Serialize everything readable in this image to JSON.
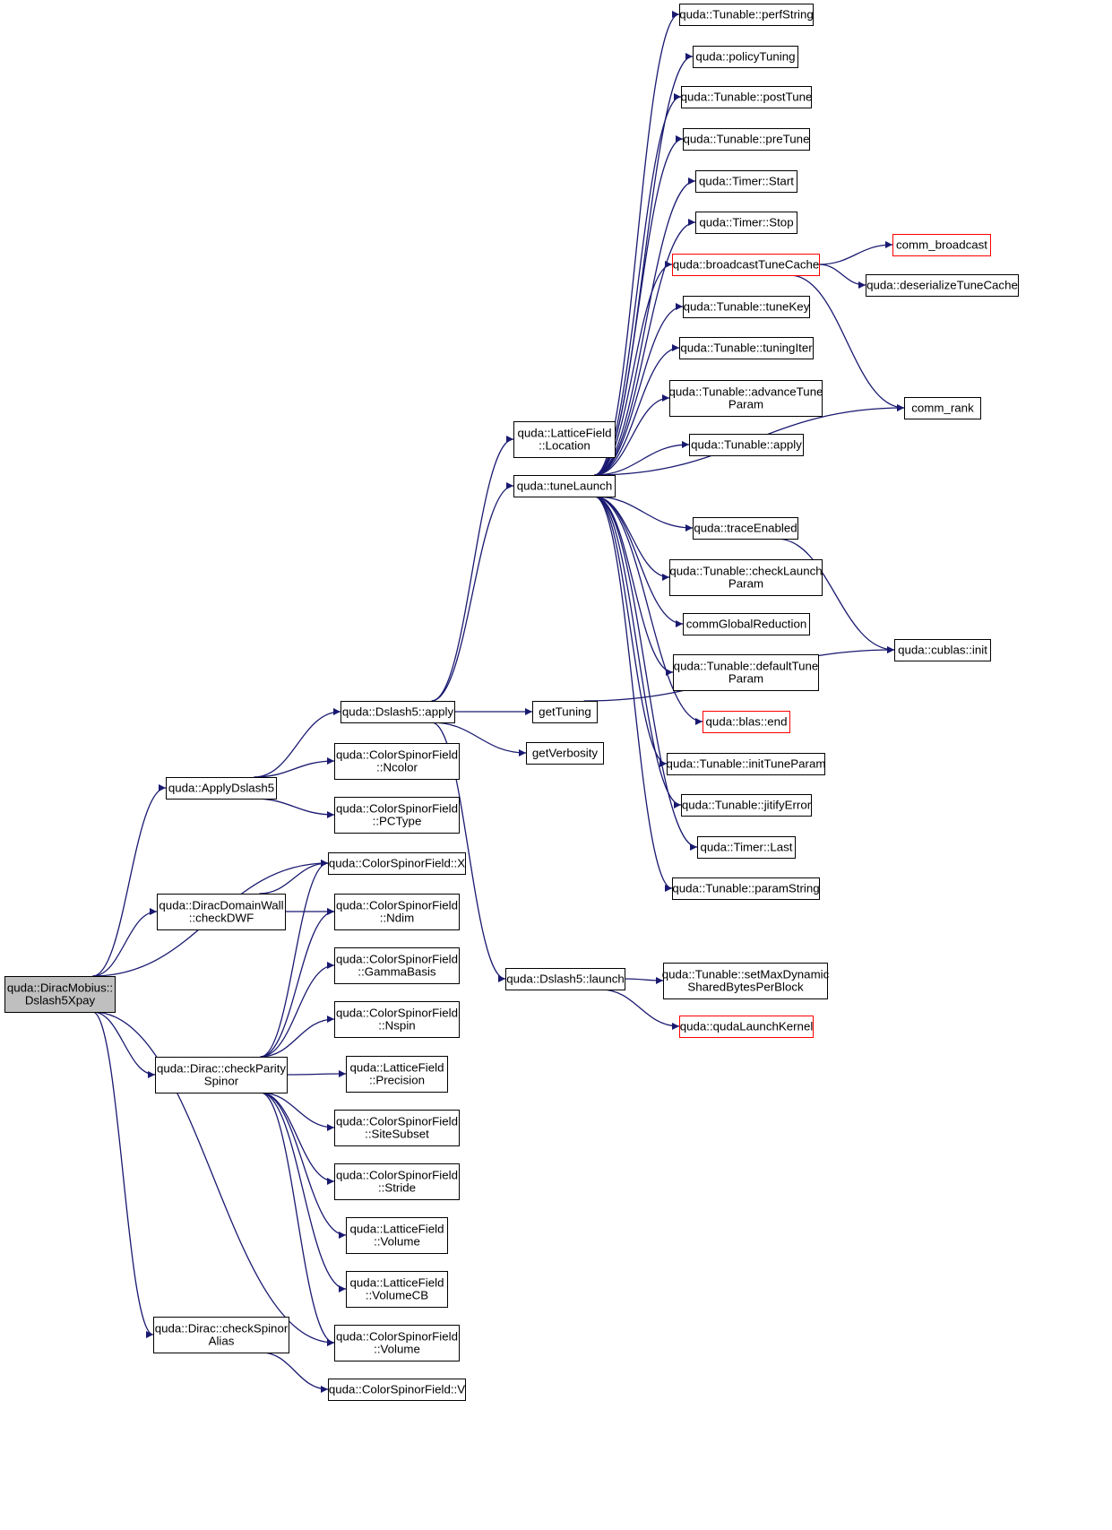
{
  "colors": {
    "edge": "#191970",
    "box_border": "#000000",
    "truncated_border": "#ff0000",
    "root_fill": "#bfbfbf",
    "node_fill": "#ffffff"
  },
  "nodes": {
    "root": {
      "lines": [
        "quda::DiracMobius::",
        "Dslash5Xpay"
      ],
      "style": "root"
    },
    "applyDslash5": {
      "lines": [
        "quda::ApplyDslash5"
      ]
    },
    "dslash5apply": {
      "lines": [
        "quda::Dslash5::apply"
      ]
    },
    "ncolor": {
      "lines": [
        "quda::ColorSpinorField",
        "::Ncolor"
      ]
    },
    "pctype": {
      "lines": [
        "quda::ColorSpinorField",
        "::PCType"
      ]
    },
    "csfX": {
      "lines": [
        "quda::ColorSpinorField::X"
      ]
    },
    "checkDWF": {
      "lines": [
        "quda::DiracDomainWall",
        "::checkDWF"
      ]
    },
    "ndim": {
      "lines": [
        "quda::ColorSpinorField",
        "::Ndim"
      ]
    },
    "gammaBasis": {
      "lines": [
        "quda::ColorSpinorField",
        "::GammaBasis"
      ]
    },
    "nspin": {
      "lines": [
        "quda::ColorSpinorField",
        "::Nspin"
      ]
    },
    "checkParity": {
      "lines": [
        "quda::Dirac::checkParity",
        "Spinor"
      ]
    },
    "precision": {
      "lines": [
        "quda::LatticeField",
        "::Precision"
      ]
    },
    "siteSubset": {
      "lines": [
        "quda::ColorSpinorField",
        "::SiteSubset"
      ]
    },
    "stride": {
      "lines": [
        "quda::ColorSpinorField",
        "::Stride"
      ]
    },
    "lfVolume": {
      "lines": [
        "quda::LatticeField",
        "::Volume"
      ]
    },
    "lfVolumeCB": {
      "lines": [
        "quda::LatticeField",
        "::VolumeCB"
      ]
    },
    "csfVolume": {
      "lines": [
        "quda::ColorSpinorField",
        "::Volume"
      ]
    },
    "checkSpinorAlias": {
      "lines": [
        "quda::Dirac::checkSpinor",
        "Alias"
      ]
    },
    "csfV": {
      "lines": [
        "quda::ColorSpinorField::V"
      ]
    },
    "lfLocation": {
      "lines": [
        "quda::LatticeField",
        "::Location"
      ]
    },
    "tuneLaunch": {
      "lines": [
        "quda::tuneLaunch"
      ]
    },
    "getTuning": {
      "lines": [
        "getTuning"
      ]
    },
    "getVerbosity": {
      "lines": [
        "getVerbosity"
      ]
    },
    "dslash5launch": {
      "lines": [
        "quda::Dslash5::launch"
      ]
    },
    "perfString": {
      "lines": [
        "quda::Tunable::perfString"
      ]
    },
    "policyTuning": {
      "lines": [
        "quda::policyTuning"
      ]
    },
    "postTune": {
      "lines": [
        "quda::Tunable::postTune"
      ]
    },
    "preTune": {
      "lines": [
        "quda::Tunable::preTune"
      ]
    },
    "timerStart": {
      "lines": [
        "quda::Timer::Start"
      ]
    },
    "timerStop": {
      "lines": [
        "quda::Timer::Stop"
      ]
    },
    "broadcastTuneCache": {
      "lines": [
        "quda::broadcastTuneCache"
      ],
      "style": "truncated"
    },
    "tuneKey": {
      "lines": [
        "quda::Tunable::tuneKey"
      ]
    },
    "tuningIter": {
      "lines": [
        "quda::Tunable::tuningIter"
      ]
    },
    "advanceTuneParam": {
      "lines": [
        "quda::Tunable::advanceTune",
        "Param"
      ]
    },
    "tunableApply": {
      "lines": [
        "quda::Tunable::apply"
      ]
    },
    "traceEnabled": {
      "lines": [
        "quda::traceEnabled"
      ]
    },
    "checkLaunchParam": {
      "lines": [
        "quda::Tunable::checkLaunch",
        "Param"
      ]
    },
    "commGlobalReduction": {
      "lines": [
        "commGlobalReduction"
      ]
    },
    "defaultTuneParam": {
      "lines": [
        "quda::Tunable::defaultTune",
        "Param"
      ]
    },
    "blasEnd": {
      "lines": [
        "quda::blas::end"
      ],
      "style": "truncated"
    },
    "initTuneParam": {
      "lines": [
        "quda::Tunable::initTuneParam"
      ]
    },
    "jitifyError": {
      "lines": [
        "quda::Tunable::jitifyError"
      ]
    },
    "timerLast": {
      "lines": [
        "quda::Timer::Last"
      ]
    },
    "paramString": {
      "lines": [
        "quda::Tunable::paramString"
      ]
    },
    "setMaxDynamic": {
      "lines": [
        "quda::Tunable::setMaxDynamic",
        "SharedBytesPerBlock"
      ]
    },
    "qudaLaunchKernel": {
      "lines": [
        "quda::qudaLaunchKernel"
      ],
      "style": "truncated"
    },
    "commBroadcast": {
      "lines": [
        "comm_broadcast"
      ],
      "style": "truncated"
    },
    "deserializeTuneCache": {
      "lines": [
        "quda::deserializeTuneCache"
      ]
    },
    "commRank": {
      "lines": [
        "comm_rank"
      ]
    },
    "cublasInit": {
      "lines": [
        "quda::cublas::init"
      ]
    }
  },
  "edges": [
    [
      "root",
      "applyDslash5"
    ],
    [
      "root",
      "csfX"
    ],
    [
      "root",
      "checkDWF"
    ],
    [
      "root",
      "checkParity"
    ],
    [
      "root",
      "csfVolume"
    ],
    [
      "root",
      "checkSpinorAlias"
    ],
    [
      "applyDslash5",
      "dslash5apply"
    ],
    [
      "applyDslash5",
      "ncolor"
    ],
    [
      "applyDslash5",
      "pctype"
    ],
    [
      "checkDWF",
      "csfX"
    ],
    [
      "checkDWF",
      "ndim"
    ],
    [
      "checkParity",
      "csfX"
    ],
    [
      "checkParity",
      "ndim"
    ],
    [
      "checkParity",
      "gammaBasis"
    ],
    [
      "checkParity",
      "nspin"
    ],
    [
      "checkParity",
      "precision"
    ],
    [
      "checkParity",
      "siteSubset"
    ],
    [
      "checkParity",
      "stride"
    ],
    [
      "checkParity",
      "lfVolume"
    ],
    [
      "checkParity",
      "lfVolumeCB"
    ],
    [
      "checkParity",
      "csfVolume"
    ],
    [
      "checkSpinorAlias",
      "csfV"
    ],
    [
      "dslash5apply",
      "lfLocation"
    ],
    [
      "dslash5apply",
      "tuneLaunch"
    ],
    [
      "dslash5apply",
      "getTuning"
    ],
    [
      "dslash5apply",
      "getVerbosity"
    ],
    [
      "dslash5apply",
      "dslash5launch"
    ],
    [
      "tuneLaunch",
      "perfString"
    ],
    [
      "tuneLaunch",
      "policyTuning"
    ],
    [
      "tuneLaunch",
      "postTune"
    ],
    [
      "tuneLaunch",
      "preTune"
    ],
    [
      "tuneLaunch",
      "timerStart"
    ],
    [
      "tuneLaunch",
      "timerStop"
    ],
    [
      "tuneLaunch",
      "broadcastTuneCache"
    ],
    [
      "tuneLaunch",
      "tuneKey"
    ],
    [
      "tuneLaunch",
      "tuningIter"
    ],
    [
      "tuneLaunch",
      "advanceTuneParam"
    ],
    [
      "tuneLaunch",
      "tunableApply"
    ],
    [
      "tuneLaunch",
      "commRank"
    ],
    [
      "tuneLaunch",
      "traceEnabled"
    ],
    [
      "tuneLaunch",
      "checkLaunchParam"
    ],
    [
      "tuneLaunch",
      "commGlobalReduction"
    ],
    [
      "tuneLaunch",
      "defaultTuneParam"
    ],
    [
      "tuneLaunch",
      "blasEnd"
    ],
    [
      "tuneLaunch",
      "initTuneParam"
    ],
    [
      "tuneLaunch",
      "jitifyError"
    ],
    [
      "tuneLaunch",
      "timerLast"
    ],
    [
      "tuneLaunch",
      "paramString"
    ],
    [
      "getTuning",
      "cublasInit"
    ],
    [
      "dslash5launch",
      "setMaxDynamic"
    ],
    [
      "dslash5launch",
      "qudaLaunchKernel"
    ],
    [
      "broadcastTuneCache",
      "commBroadcast"
    ],
    [
      "broadcastTuneCache",
      "deserializeTuneCache"
    ],
    [
      "broadcastTuneCache",
      "commRank"
    ],
    [
      "traceEnabled",
      "cublasInit"
    ]
  ]
}
